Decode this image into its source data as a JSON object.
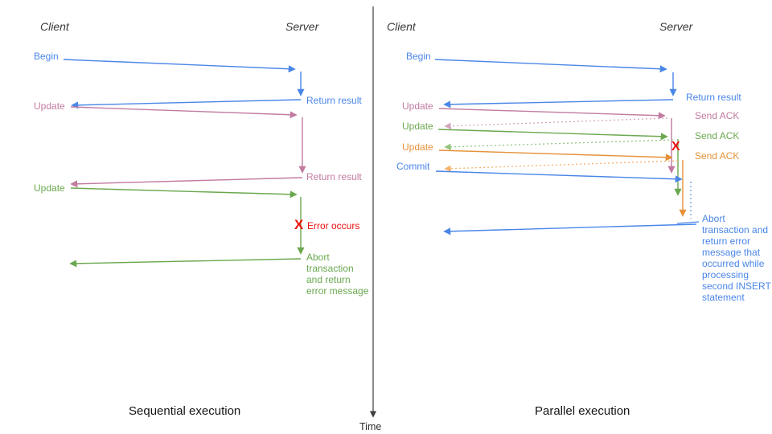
{
  "colors": {
    "blue": "#4a86e8",
    "pink": "#c27ba0",
    "green": "#6aa84f",
    "orange": "#e69138",
    "red": "#ee1111",
    "blue_light": "#6d9eeb",
    "pink_light": "#d5a6bd",
    "green_light": "#93c47d",
    "orange_light": "#f6b26b",
    "axis": "#3d3d3d"
  },
  "time_axis": {
    "label": "Time"
  },
  "left_panel": {
    "caption": "Sequential execution",
    "client_header": "Client",
    "server_header": "Server",
    "begin_label": "Begin",
    "begin_return_label": "Return result",
    "update1_label": "Update",
    "update1_return_label": "Return result",
    "update2_label": "Update",
    "error_mark": "X",
    "error_label": "Error occurs",
    "abort_label": "Abort transaction and return error message"
  },
  "right_panel": {
    "caption": "Parallel execution",
    "client_header": "Client",
    "server_header": "Server",
    "begin_label": "Begin",
    "begin_return_label": "Return result",
    "update1_label": "Update",
    "update1_ack_label": "Send ACK",
    "update2_label": "Update",
    "update2_ack_label": "Send ACK",
    "update3_label": "Update",
    "update3_ack_label": "Send ACK",
    "commit_label": "Commit",
    "error_mark": "X",
    "abort_label": "Abort transaction and return error message that occurred while processing second INSERT statement"
  }
}
